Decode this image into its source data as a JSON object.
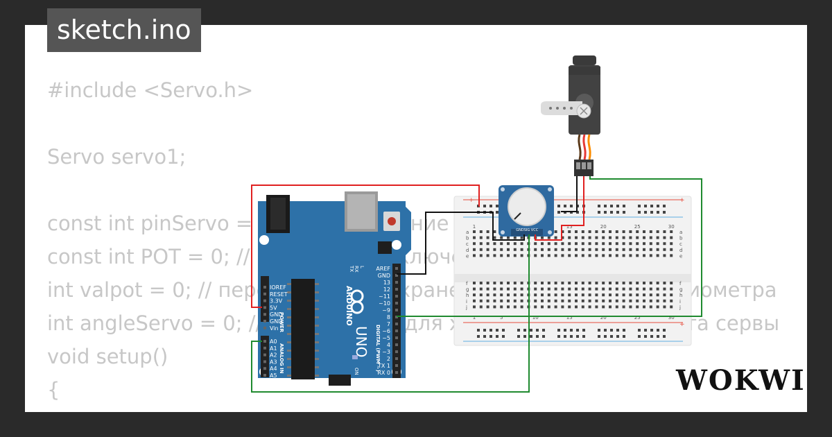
{
  "file_tab": {
    "label": "sketch.ino"
  },
  "code_lines": [
    "#include <Servo.h>",
    "",
    "Servo servo1;",
    "",
    "const int pinServo = 3; // подключение сервопривода",
    "const int POT = 0; // вход для подключения потенциометра",
    "int valpot = 0; // переменная для хранения значения потенциометра",
    "int angleServo = 0; // переменная для хранения угла поворота сервы",
    "void setup()",
    "{",
    "  //"
  ],
  "arduino": {
    "brand": "ARDUINO",
    "model": "UNO",
    "on_label": "ON",
    "power_pins": [
      "IOREF",
      "RESET",
      "3.3V",
      "5V",
      "GND",
      "GND",
      "Vin"
    ],
    "analog_pins": [
      "A0",
      "A1",
      "A2",
      "A3",
      "A4",
      "A5"
    ],
    "power_label": "POWER",
    "analog_label": "ANALOG IN",
    "digital_pins": [
      "AREF",
      "GND",
      "13",
      "12",
      "~11",
      "~10",
      "~9",
      "8",
      "7",
      "~6",
      "~5",
      "4",
      "~3",
      "2",
      "TX 1",
      "RX 0"
    ],
    "digital_label": "DIGITAL (PWM ~)",
    "tx_label": "TX",
    "rx_label": "RX",
    "l_label": "L"
  },
  "breadboard": {
    "column_labels": [
      "1",
      "5",
      "10",
      "15",
      "20",
      "25",
      "30"
    ],
    "row_labels_top": [
      "a",
      "b",
      "c",
      "d",
      "e"
    ],
    "row_labels_bottom": [
      "f",
      "g",
      "h",
      "i",
      "j"
    ]
  },
  "potentiometer": {
    "pin_labels": [
      "GND",
      "SIG",
      "VCC"
    ]
  },
  "brand_logo": {
    "text": "WOKWI"
  },
  "colors": {
    "background": "#2a2a2a",
    "card": "#ffffff",
    "tag": "#555555",
    "code_text": "#c7c7c7",
    "arduino_board": "#2d71a8",
    "wire_red": "#e02020",
    "wire_green": "#1f8a2f",
    "wire_black": "#111111",
    "servo_body": "#424242",
    "breadboard": "#f2f2f2"
  }
}
